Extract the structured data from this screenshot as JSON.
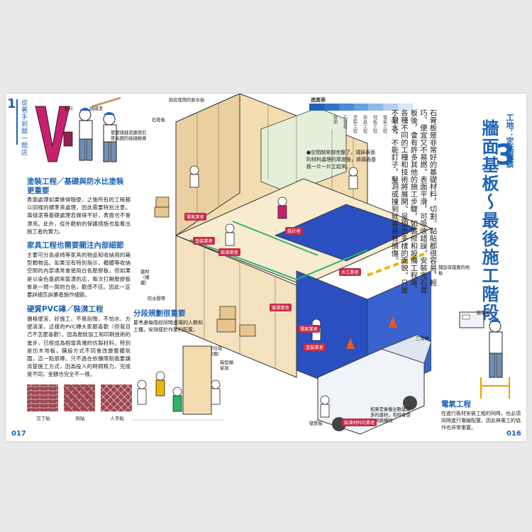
{
  "left_page": {
    "chapter_number": "1",
    "vertical_title": "從著手到開一間店",
    "sections": [
      {
        "title": "塗裝工程／基礎與防水比塗裝更重要",
        "body": "表面處理如果做得隨便，之後所有的工程都以同樣的標準來處理，因此需要特別注意。填縫泥等基礎處理若做得不好，表面也不會漂亮。此外，從外觀前的保護措施也能看出施工者的實力。"
      },
      {
        "title": "家具工程也需要關注內部細節",
        "body": "主要可分為桌椅等家具的物品和收納用的箱型類物品。如果沒有特別指示，櫃體等收納空間的內部通常會使用白色壓膠板。但如果是以染色基調來裝潢的店，每次打開壓膠板會是一間一間的白色，觀感不佳。因此一定要詳細告訴業者施作細節。"
      },
      {
        "title": "硬質PVC磚／裝潢工程",
        "body": "價格便宜、好施工、不易刮傷、不怕水、方便清潔，這樣的PVC磚大家都喜歡（但我自己不怎麼喜歡）。因為壓紋加工和印刷技術的進步，已經成為相當高端的仿製材料，特別是仿木地板，鋪設方式不同會改變整體氛圍，這一點很棒。只不過在依價限制我要講清楚施工方式，因為投入的時間精力，完成度不同，金額也完全不一樣。"
      }
    ],
    "figure_labels": {
      "paint": "塗料",
      "putty": "填縫泥",
      "joint_note": "使用填縫泥處理石膏板間的接縫線條"
    },
    "swatches": [
      "交丁貼",
      "斜貼",
      "人字貼"
    ],
    "page_number": "017"
  },
  "center": {
    "plan_title": "分段規劃很重要",
    "plan_body": "要考慮每階段同時進場的人數和工種，安排便於作業的配置。",
    "callouts": {
      "fire_board": "廚房使用的耐水板",
      "gypsum": "石膏板",
      "timber": "建材（柵欄）",
      "protect_tape": "防水膠帶",
      "site_garbage": "工程垃圾（分類）",
      "storage": "箱型類家具",
      "delivery": "如果是會搬出數量最多的建材，有時會使用網路購物",
      "wrap": "壁膠板",
      "floor_wrap": "鋪設保護膜的地板",
      "cone": "三角錐"
    },
    "tags": [
      "電氣業者",
      "塗裝業者",
      "裝潢業者",
      "設計者",
      "木工業者",
      "搬運業者",
      "裝潢材料的業者",
      "電氣業者",
      "塗裝業者"
    ],
    "steps_note": "●空間越來越完整了，減掉表面的材料處理的厚度後，將牆面基板一片一片立起來。"
  },
  "right_page": {
    "kicker": "工地：定點觀察",
    "number": "3",
    "title": "牆面基板～最後施工階段",
    "body": "石膏板是非常好的基礎材料，切割、黏貼都很容易，輕巧、便宜又不易燃。表面平滑，可吸收錯誤。安裝完石膏板後，會有許多其他的施工步驟，如裝修和設備工程等，各種不同的工種和技術將展開。呈現出多樣的面貌。只是不耐水，不能釘子，鑿洞或撞到就容易有損傷。",
    "legend": {
      "title": "進度表",
      "items": [
        "骨架",
        "石膏板",
        "塗裝工程",
        "家具工程",
        "地板工程",
        "電氣工程",
        "設備工程"
      ],
      "colors": [
        "#1f63b4",
        "#2f74c4",
        "#4a8bd2",
        "#6aa2dc",
        "#8db9e6",
        "#b3d0ef",
        "#d6e6f6"
      ]
    },
    "electric_title": "電氣工程",
    "electric_body": "在進行板材安裝工程的同時，也必須同時進行電線配置，因此與電工的協作也非常重要。",
    "meter_label": "變電箱",
    "page_number": "016"
  },
  "colors": {
    "accent": "#1f63b4",
    "tag": "#c72c4b",
    "floor": "#2a4fc0",
    "wood": "#f2dcb0"
  }
}
